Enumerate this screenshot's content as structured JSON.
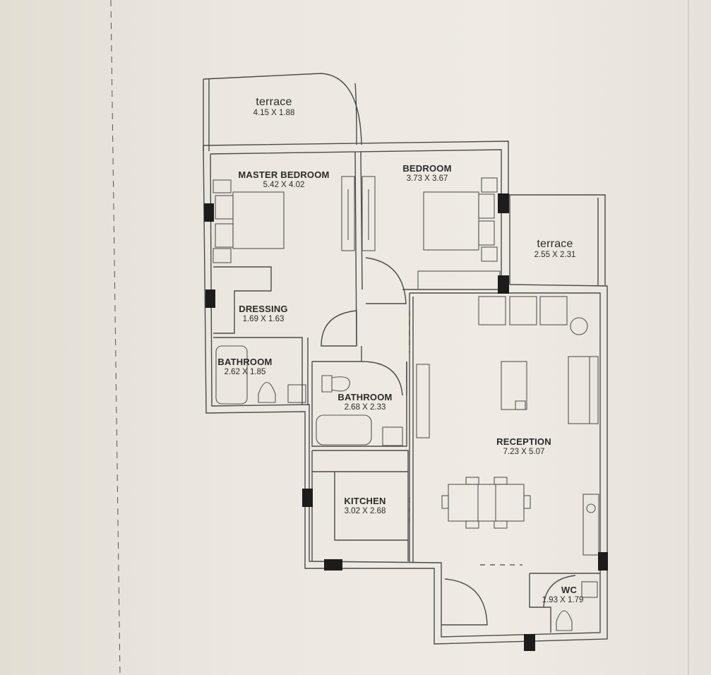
{
  "rooms": {
    "terrace_top": {
      "name": "terrace",
      "dims": "4.15 X 1.88"
    },
    "master_bedroom": {
      "name": "MASTER BEDROOM",
      "dims": "5.42 X 4.02"
    },
    "bedroom": {
      "name": "BEDROOM",
      "dims": "3.73 X 3.67"
    },
    "terrace_right": {
      "name": "terrace",
      "dims": "2.55 X 2.31"
    },
    "dressing": {
      "name": "DRESSING",
      "dims": "1.69 X 1.63"
    },
    "bathroom_master": {
      "name": "BATHROOM",
      "dims": "2.62 X 1.85"
    },
    "bathroom_center": {
      "name": "BATHROOM",
      "dims": "2.68 X 2.33"
    },
    "reception": {
      "name": "RECEPTION",
      "dims": "7.23 X 5.07"
    },
    "kitchen": {
      "name": "KITCHEN",
      "dims": "3.02 X 2.68"
    },
    "wc": {
      "name": "WC",
      "dims": "1.93 X 1.79"
    }
  },
  "colors": {
    "line": "#4a4a4a",
    "column": "#1c1c1c",
    "paper": "#ebe7df"
  }
}
